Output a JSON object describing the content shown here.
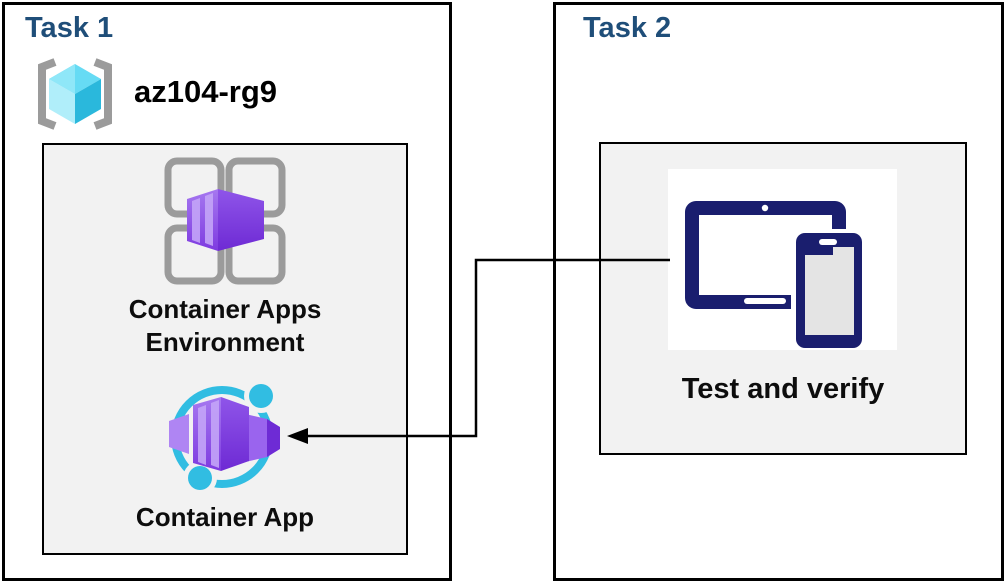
{
  "task1": {
    "title": "Task 1",
    "resource_group_name": "az104-rg9",
    "cae_label_line1": "Container Apps",
    "cae_label_line2": "Environment",
    "container_app_label": "Container App"
  },
  "task2": {
    "title": "Task 2",
    "test_label": "Test and verify"
  },
  "icons": {
    "resource_group": "resource-group-icon",
    "container_apps_environment": "container-apps-environment-icon",
    "container_app": "container-app-icon",
    "test_and_verify": "tablet-and-phone-devices-icon",
    "connector": "arrow-connector-left"
  },
  "colors": {
    "title": "#1F4E79",
    "panel": "#F2F2F2",
    "border": "#000000",
    "icon_gray": "#9B9B9B",
    "cyan": "#31BDE2",
    "cube_top": "#66DBF4",
    "cube_left": "#B0EEFA",
    "cube_right": "#2AB8DC",
    "purple_main": "#7C3FE0",
    "purple_light": "#AF85F3",
    "purple_dark": "#6E2BD5",
    "stripe": "#C3A4F7",
    "navy": "#1A1E6E",
    "arrow": "#000000"
  }
}
